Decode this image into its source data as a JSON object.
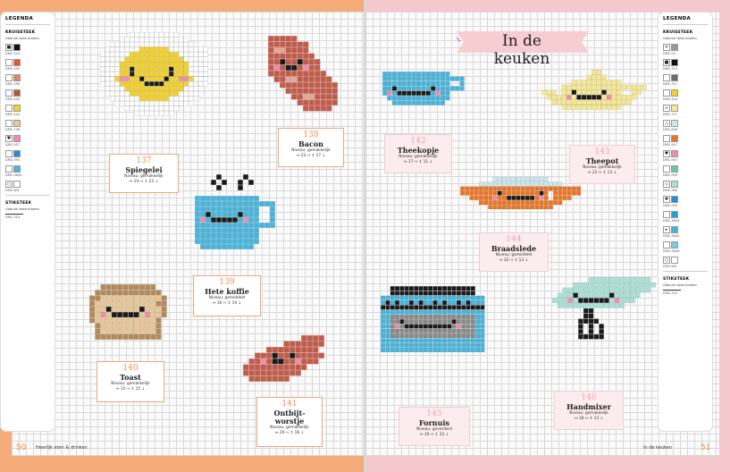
{
  "left_page": {
    "page_number": "50",
    "running_head": "Heerlijk eten & drinken",
    "legend": {
      "title": "LEGENDA",
      "cross_stitch_heading": "KRUISSTEEK",
      "cross_stitch_note": "Gebruik twee draden",
      "swatches": [
        {
          "code": "DMC-310",
          "color": "#111111",
          "symbol": "■"
        },
        {
          "code": "DMC-350",
          "color": "#e8533a",
          "symbol": ""
        },
        {
          "code": "DMC-356",
          "color": "#d88a6a",
          "symbol": ""
        },
        {
          "code": "DMC-400",
          "color": "#b4582e",
          "symbol": ""
        },
        {
          "code": "DMC-444",
          "color": "#f6d21f",
          "symbol": ""
        },
        {
          "code": "DMC-738",
          "color": "#e9c693",
          "symbol": ""
        },
        {
          "code": "DMC-957",
          "color": "#f28aa8",
          "symbol": "♥"
        },
        {
          "code": "DMC-995",
          "color": "#1f8fd6",
          "symbol": ""
        },
        {
          "code": "DMC-3845",
          "color": "#43b5df",
          "symbol": ""
        },
        {
          "code": "DMC-Wit",
          "color": "#ffffff",
          "symbol": "○"
        }
      ],
      "backstitch_heading": "STIKSTEEK",
      "backstitch_note": "Gebruik twee draden",
      "backstitch_code": "DMC-310"
    },
    "projects": [
      {
        "number": "137",
        "name": "Spiegelei",
        "level": "Niveau: gemakkelijk",
        "size": "↔ 24 ↦   ↕ 23 ↓"
      },
      {
        "number": "138",
        "name": "Bacon",
        "level": "Niveau: gemakkelijk",
        "size": "↔ 23 ↦   ↕ 27 ↓"
      },
      {
        "number": "139",
        "name": "Hete koffie",
        "level": "Niveau: gemiddeld",
        "size": "↔ 16 ↦   ↕ 19 ↓"
      },
      {
        "number": "140",
        "name": "Toast",
        "level": "Niveau: gemakkelijk",
        "size": "↔ 15 ↦   ↕ 15 ↓"
      },
      {
        "number": "141",
        "name": "Ontbijt-\nworstje",
        "level": "Niveau: gemakkelijk",
        "size": "↔ 20 ↦   ↕ 18 ↓"
      }
    ]
  },
  "right_page": {
    "page_number": "51",
    "running_head": "In de keuken",
    "title": "In de keuken",
    "legend": {
      "title": "LEGENDA",
      "cross_stitch_heading": "KRUISSTEEK",
      "cross_stitch_note": "Gebruik twee draden",
      "swatches": [
        {
          "code": "DMC-04",
          "color": "#9a9a9a",
          "symbol": "✕"
        },
        {
          "code": "DMC-310",
          "color": "#111111",
          "symbol": "■"
        },
        {
          "code": "DMC-317",
          "color": "#6b6b6b",
          "symbol": ""
        },
        {
          "code": "DMC-444",
          "color": "#f6d21f",
          "symbol": ""
        },
        {
          "code": "DMC-727",
          "color": "#f8e98e",
          "symbol": "≈"
        },
        {
          "code": "DMC-828",
          "color": "#c9e8ef",
          "symbol": "△"
        },
        {
          "code": "DMC-947",
          "color": "#f0731e",
          "symbol": ""
        },
        {
          "code": "DMC-957",
          "color": "#f28aa8",
          "symbol": "♥"
        },
        {
          "code": "DMC-959",
          "color": "#5fc7b3",
          "symbol": ""
        },
        {
          "code": "DMC-964",
          "color": "#a9e2d5",
          "symbol": "◇"
        },
        {
          "code": "DMC-995",
          "color": "#1f8fd6",
          "symbol": "✱"
        },
        {
          "code": "DMC-3843",
          "color": "#12a6e4",
          "symbol": ""
        },
        {
          "code": "DMC-3845",
          "color": "#43b5df",
          "symbol": "▸"
        },
        {
          "code": "DMC-3846",
          "color": "#6fcdec",
          "symbol": ""
        },
        {
          "code": "DMC-Wit",
          "color": "#ffffff",
          "symbol": "○"
        }
      ],
      "backstitch_heading": "STIKSTEEK",
      "backstitch_note": "Gebruik twee draden",
      "backstitch_code": "DMC-310"
    },
    "projects": [
      {
        "number": "142",
        "name": "Theekopje",
        "level": "Niveau: gemakkelijk",
        "size": "↔ 17 ↦   ↕ 11 ↓"
      },
      {
        "number": "143",
        "name": "Theepot",
        "level": "Niveau: gemakkelijk",
        "size": "↔ 22 ↦   ↕ 13 ↓"
      },
      {
        "number": "144",
        "name": "Braadslede",
        "level": "Niveau: gemiddeld",
        "size": "↔ 32 ↦   ↕ 13 ↓"
      },
      {
        "number": "145",
        "name": "Fornuis",
        "level": "Niveau: gevorderd",
        "size": "↔ 19 ↦   ↕ 33 ↓"
      },
      {
        "number": "146",
        "name": "Handmixer",
        "level": "Niveau: gemakkelijk",
        "size": "↔ 18 ↦   ↕ 13 ↓"
      }
    ]
  }
}
